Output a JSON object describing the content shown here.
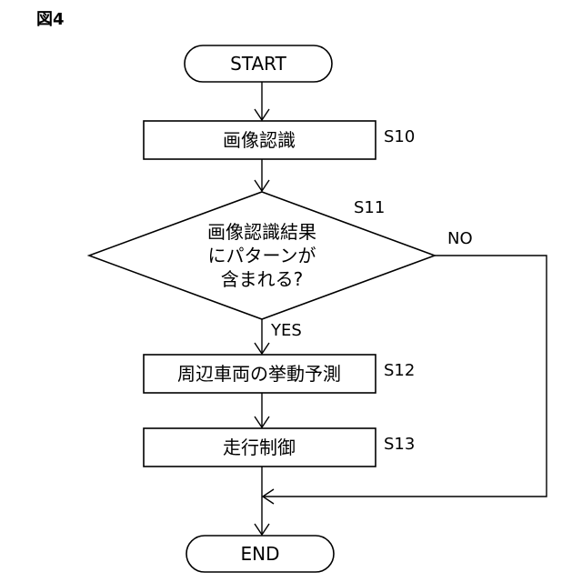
{
  "figure_label": "図4",
  "nodes": {
    "start": {
      "label": "START"
    },
    "s10": {
      "label": "画像認識",
      "step": "S10"
    },
    "s11": {
      "lines": [
        "画像認識結果",
        "にパターンが",
        "含まれる?"
      ],
      "step": "S11"
    },
    "s12": {
      "label": "周辺車両の挙動予測",
      "step": "S12"
    },
    "s13": {
      "label": "走行制御",
      "step": "S13"
    },
    "end": {
      "label": "END"
    }
  },
  "branches": {
    "yes": "YES",
    "no": "NO"
  }
}
